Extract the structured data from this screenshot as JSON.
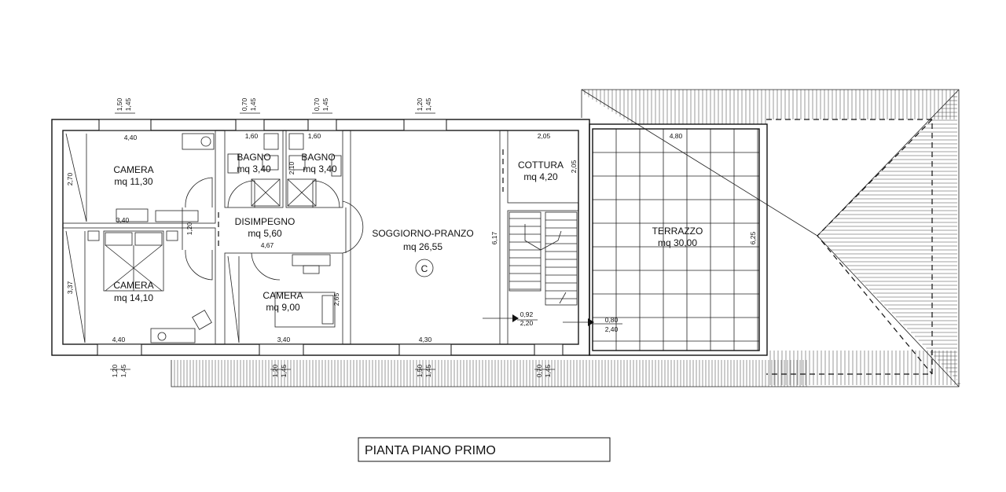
{
  "title": "PIANTA PIANO PRIMO",
  "rooms": {
    "camera1": {
      "name": "CAMERA",
      "area": "mq 11,30",
      "dims": [
        "4,40",
        "2,70",
        "3,40"
      ]
    },
    "camera2": {
      "name": "CAMERA",
      "area": "mq 14,10",
      "dims": [
        "3,37",
        "4,40"
      ]
    },
    "bagno1": {
      "name": "BAGNO",
      "area": "mq 3,40",
      "dims": [
        "1,60"
      ]
    },
    "bagno2": {
      "name": "BAGNO",
      "area": "mq 3,40",
      "dims": [
        "1,60",
        "2,10"
      ]
    },
    "disimpegno": {
      "name": "DISIMPEGNO",
      "area": "mq 5,60",
      "dims": [
        "4,67",
        "1,20"
      ]
    },
    "camera3": {
      "name": "CAMERA",
      "area": "mq 9,00",
      "dims": [
        "3,40",
        "2,65"
      ]
    },
    "soggiorno": {
      "name": "SOGGIORNO-PRANZO",
      "area": "mq 26,55",
      "label": "C",
      "dims": [
        "6,17",
        "4,30"
      ]
    },
    "cottura": {
      "name": "COTTURA",
      "area": "mq 4,20",
      "dims": [
        "2,05",
        "2,05"
      ]
    },
    "terrazzo": {
      "name": "TERRAZZO",
      "area": "mq 30,00",
      "dims": [
        "4,80",
        "6,25"
      ]
    }
  },
  "window_dims": {
    "top": [
      {
        "a": "1,50",
        "b": "1,45"
      },
      {
        "a": "0,70",
        "b": "1,45"
      },
      {
        "a": "0,70",
        "b": "1,45"
      },
      {
        "a": "1,20",
        "b": "1,45"
      }
    ],
    "bottom": [
      {
        "a": "1,20",
        "b": "1,45"
      },
      {
        "a": "1,20",
        "b": "1,45"
      },
      {
        "a": "1,50",
        "b": "1,45"
      },
      {
        "a": "0,70",
        "b": "1,45"
      }
    ]
  },
  "door_dims": [
    {
      "a": "0,92",
      "b": "2,20"
    },
    {
      "a": "0,80",
      "b": "2,40"
    }
  ]
}
